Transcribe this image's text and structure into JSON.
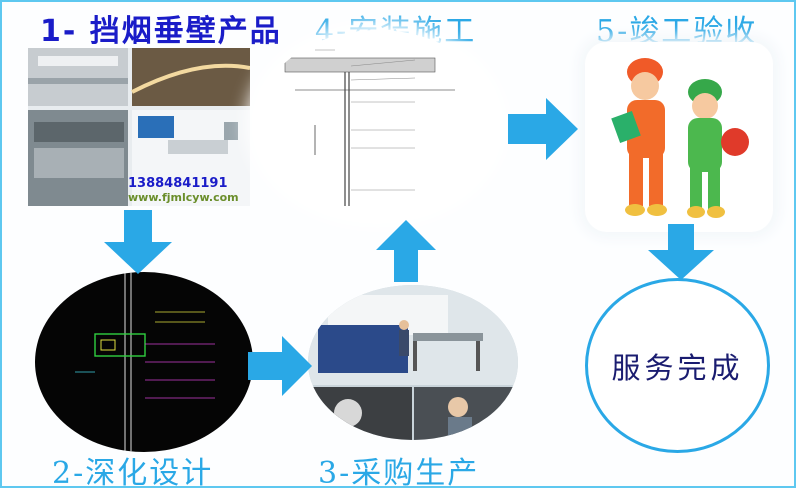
{
  "steps": {
    "s1": "1- 挡烟垂壁产品",
    "s2": "2-深化设计",
    "s3": "3-采购生产",
    "s4": "4-安装施工",
    "s5": "5-竣工验收"
  },
  "product_photo": {
    "phone": "13884841191",
    "website": "www.fjmlcyw.com"
  },
  "final_stage": "服务完成",
  "colors": {
    "arrow": "#2aa8e6",
    "title_main": "#1a1cc8",
    "title_other": "#2aa8e6",
    "frame": "#5ec8f0"
  }
}
